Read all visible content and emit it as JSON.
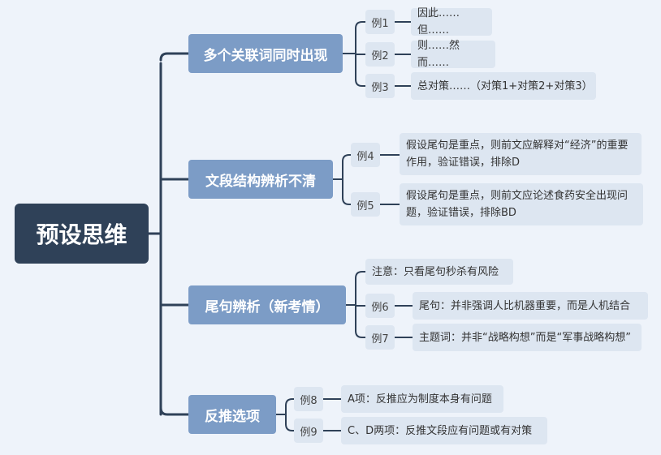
{
  "root": {
    "label": "预设思维"
  },
  "branches": [
    {
      "label": "多个关联词同时出现",
      "children": [
        {
          "tag": "例1",
          "text": "因此……但……"
        },
        {
          "tag": "例2",
          "text": "则……然而……"
        },
        {
          "tag": "例3",
          "text": "总对策……（对策1+对策2+对策3）"
        }
      ]
    },
    {
      "label": "文段结构辨析不清",
      "children": [
        {
          "tag": "例4",
          "text": "假设尾句是重点，则前文应解释对“经济”的重要作用，验证错误，排除D"
        },
        {
          "tag": "例5",
          "text": "假设尾句是重点，则前文应论述食药安全出现问题，验证错误，排除BD"
        }
      ]
    },
    {
      "label": "尾句辨析（新考情）",
      "note": "注意：只看尾句秒杀有风险",
      "children": [
        {
          "tag": "例6",
          "text": "尾句：并非强调人比机器重要，而是人机结合"
        },
        {
          "tag": "例7",
          "text": "主题词：并非“战略构想”而是“军事战略构想”"
        }
      ]
    },
    {
      "label": "反推选项",
      "children": [
        {
          "tag": "例8",
          "text": "A项：反推应为制度本身有问题"
        },
        {
          "tag": "例9",
          "text": "C、D两项：反推文段应有问题或有对策"
        }
      ]
    }
  ],
  "colors": {
    "background": "#eef3fa",
    "root_fill": "#2f4158",
    "branch_fill": "#7c9cc6",
    "leaf_fill": "#dde6f1",
    "connector": "#2f4158"
  }
}
